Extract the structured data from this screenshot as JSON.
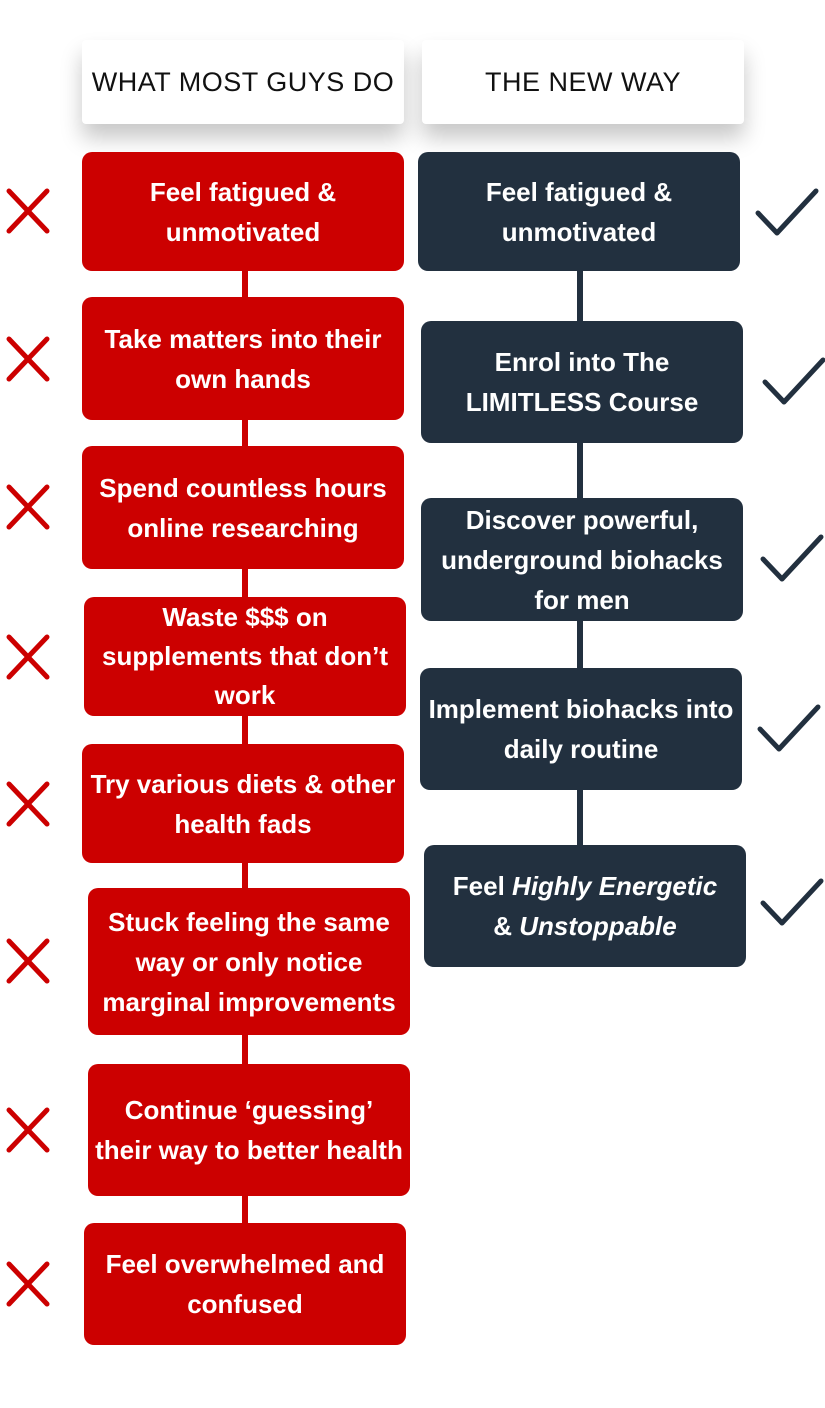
{
  "headers": {
    "left": "WHAT MOST GUYS DO",
    "right": "THE NEW WAY"
  },
  "left_steps": [
    "Feel fatigued & unmotivated",
    "Take matters into their own hands",
    "Spend countless hours online researching",
    "Waste $$$ on supplements that don’t work",
    "Try various diets & other health fads",
    "Stuck feeling the same way or only notice marginal improvements",
    "Continue ‘guessing’ their way to better health",
    "Feel overwhelmed and confused"
  ],
  "right_steps": [
    "Feel fatigued & unmotivated",
    "Enrol into The LIMITLESS Course",
    "Discover powerful, underground biohacks for men",
    "Implement biohacks into daily routine"
  ],
  "right_final": {
    "p1": "Feel ",
    "p2": "Highly Energetic",
    "p3": "& ",
    "p4": "Unstoppable"
  },
  "colors": {
    "red": "#cc0000",
    "navy": "#22303f"
  }
}
